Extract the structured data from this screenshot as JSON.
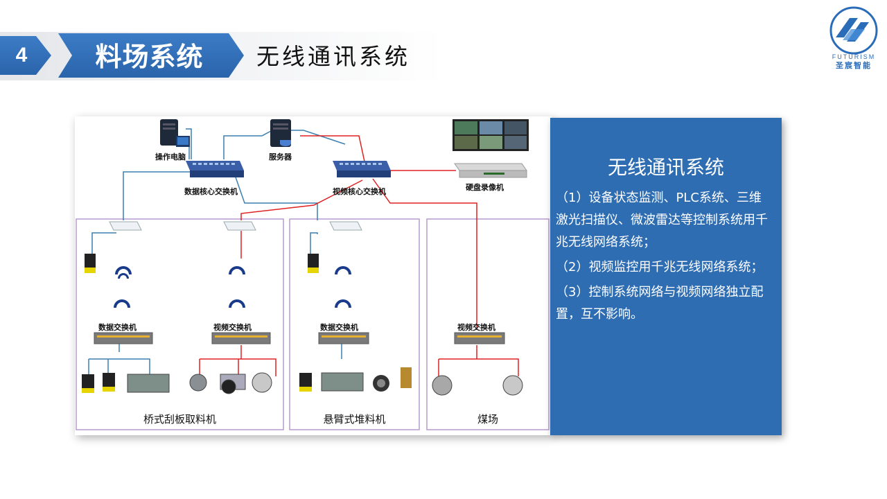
{
  "header": {
    "number": "4",
    "section": "料场系统",
    "title": "无线通讯系统"
  },
  "logo": {
    "text_en": "FUTURISM",
    "text_cn": "圣宸智能"
  },
  "diagram": {
    "labels": {
      "operator_pc": "操作电脑",
      "server": "服务器",
      "data_core_switch": "数据核心交换机",
      "video_core_switch": "视频核心交换机",
      "nvr": "硬盘录像机",
      "data_switch_1": "数据交换机",
      "video_switch_1": "视频交换机",
      "data_switch_2": "数据交换机",
      "video_switch_2": "视频交换机"
    },
    "zones": {
      "zone1": "桥式刮板取料机",
      "zone2": "悬臂式堆料机",
      "zone3": "煤场"
    },
    "colors": {
      "data_link": "#3b7fb0",
      "video_link": "#e02020",
      "zone_border": "#b79ad0",
      "switch_body": "#2a4a8a"
    }
  },
  "info": {
    "title": "无线通讯系统",
    "p1": "（1）设备状态监测、PLC系统、三维激光扫描仪、微波雷达等控制系统用千兆无线网络系统；",
    "p2": "（2）视频监控用千兆无线网络系统；",
    "p3": "（3）控制系统网络与视频网络独立配置，互不影响。"
  }
}
